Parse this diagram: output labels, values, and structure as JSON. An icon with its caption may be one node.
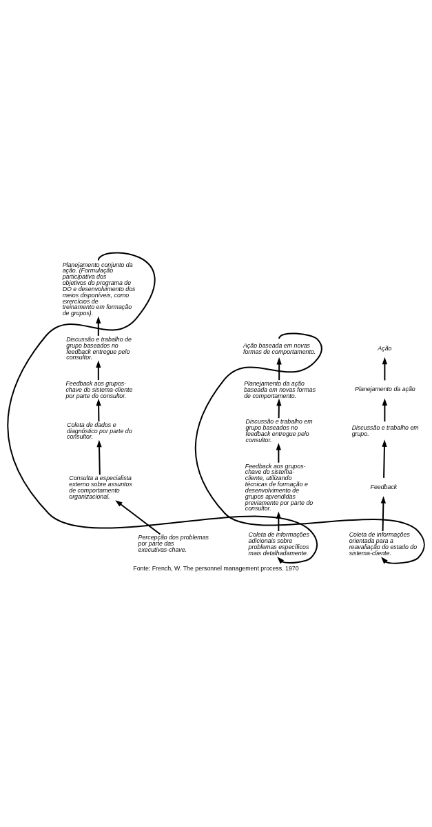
{
  "diagram": {
    "caption": "Fonte: French, W. The personnel management process. 1970",
    "nodes": [
      {
        "text": [
          "Planejamento conjunto da ação. (Formulação participativa dos objetivos do programa de DO e desenvolvimento dos meios disponíveis, como exercícios de treinamento em formação de grupos)."
        ]
      },
      {
        "text": [
          "Discussão e trabalho de grupo baseados no feedback entregue pelo consultor."
        ]
      },
      {
        "text": [
          "Feedback aos grupos-chave do sistema-cliente por parte do consultor."
        ]
      },
      {
        "text": [
          "Coleta de dados e diagnóstico por parte do consultor."
        ]
      },
      {
        "text": [
          "Consulta a especialista externo sobre assuntos de comportamento organizacional."
        ]
      },
      {
        "text": [
          "Percepção dos problemas por parte das executivas-chave."
        ]
      },
      {
        "text": [
          "Ação baseada em novas formas de comportamento."
        ]
      },
      {
        "text": [
          "Planejamento da ação baseada em novas formas de comportamento."
        ]
      },
      {
        "text": [
          "Discussão e trabalho em grupo baseados no feedback entregue pelo consultor."
        ]
      },
      {
        "text": [
          "Feedback aos grupos-chave do sistema-cliente, utilizando técnicas de formação e desenvolvimento de grupos aprendidas previamente por parte do consultor."
        ]
      },
      {
        "text": [
          "Coleta de informações adicionais sobre problemas específicos mais detalhadamente."
        ]
      },
      {
        "text": [
          "Ação"
        ]
      },
      {
        "text": [
          "Planejamento da ação"
        ]
      },
      {
        "text": [
          "Discussão e trabalho em grupo."
        ]
      },
      {
        "text": [
          "Feedback"
        ]
      },
      {
        "text": [
          "Coleta de informações orientada para a reavaliação do estado do sistema-cliente."
        ]
      }
    ],
    "edges": [
      {
        "from": 5,
        "to": 4,
        "arrow": "to"
      },
      {
        "from": 4,
        "to": 3,
        "arrow": "to"
      },
      {
        "from": 3,
        "to": 2,
        "arrow": "to"
      },
      {
        "from": 2,
        "to": 1,
        "arrow": "to"
      },
      {
        "from": 1,
        "to": 0,
        "arrow": "to"
      },
      {
        "from": 0,
        "to": 10,
        "arrow": "to"
      },
      {
        "from": 10,
        "to": 9,
        "arrow": "to"
      },
      {
        "from": 9,
        "to": 8,
        "arrow": "to"
      },
      {
        "from": 8,
        "to": 7,
        "arrow": "to"
      },
      {
        "from": 7,
        "to": 6,
        "arrow": "to"
      },
      {
        "from": 6,
        "to": 15,
        "arrow": "to"
      },
      {
        "from": 15,
        "to": 14,
        "arrow": "to"
      },
      {
        "from": 14,
        "to": 13,
        "arrow": "to"
      },
      {
        "from": 13,
        "to": 12,
        "arrow": "to"
      },
      {
        "from": 12,
        "to": 11,
        "arrow": "to"
      }
    ]
  }
}
